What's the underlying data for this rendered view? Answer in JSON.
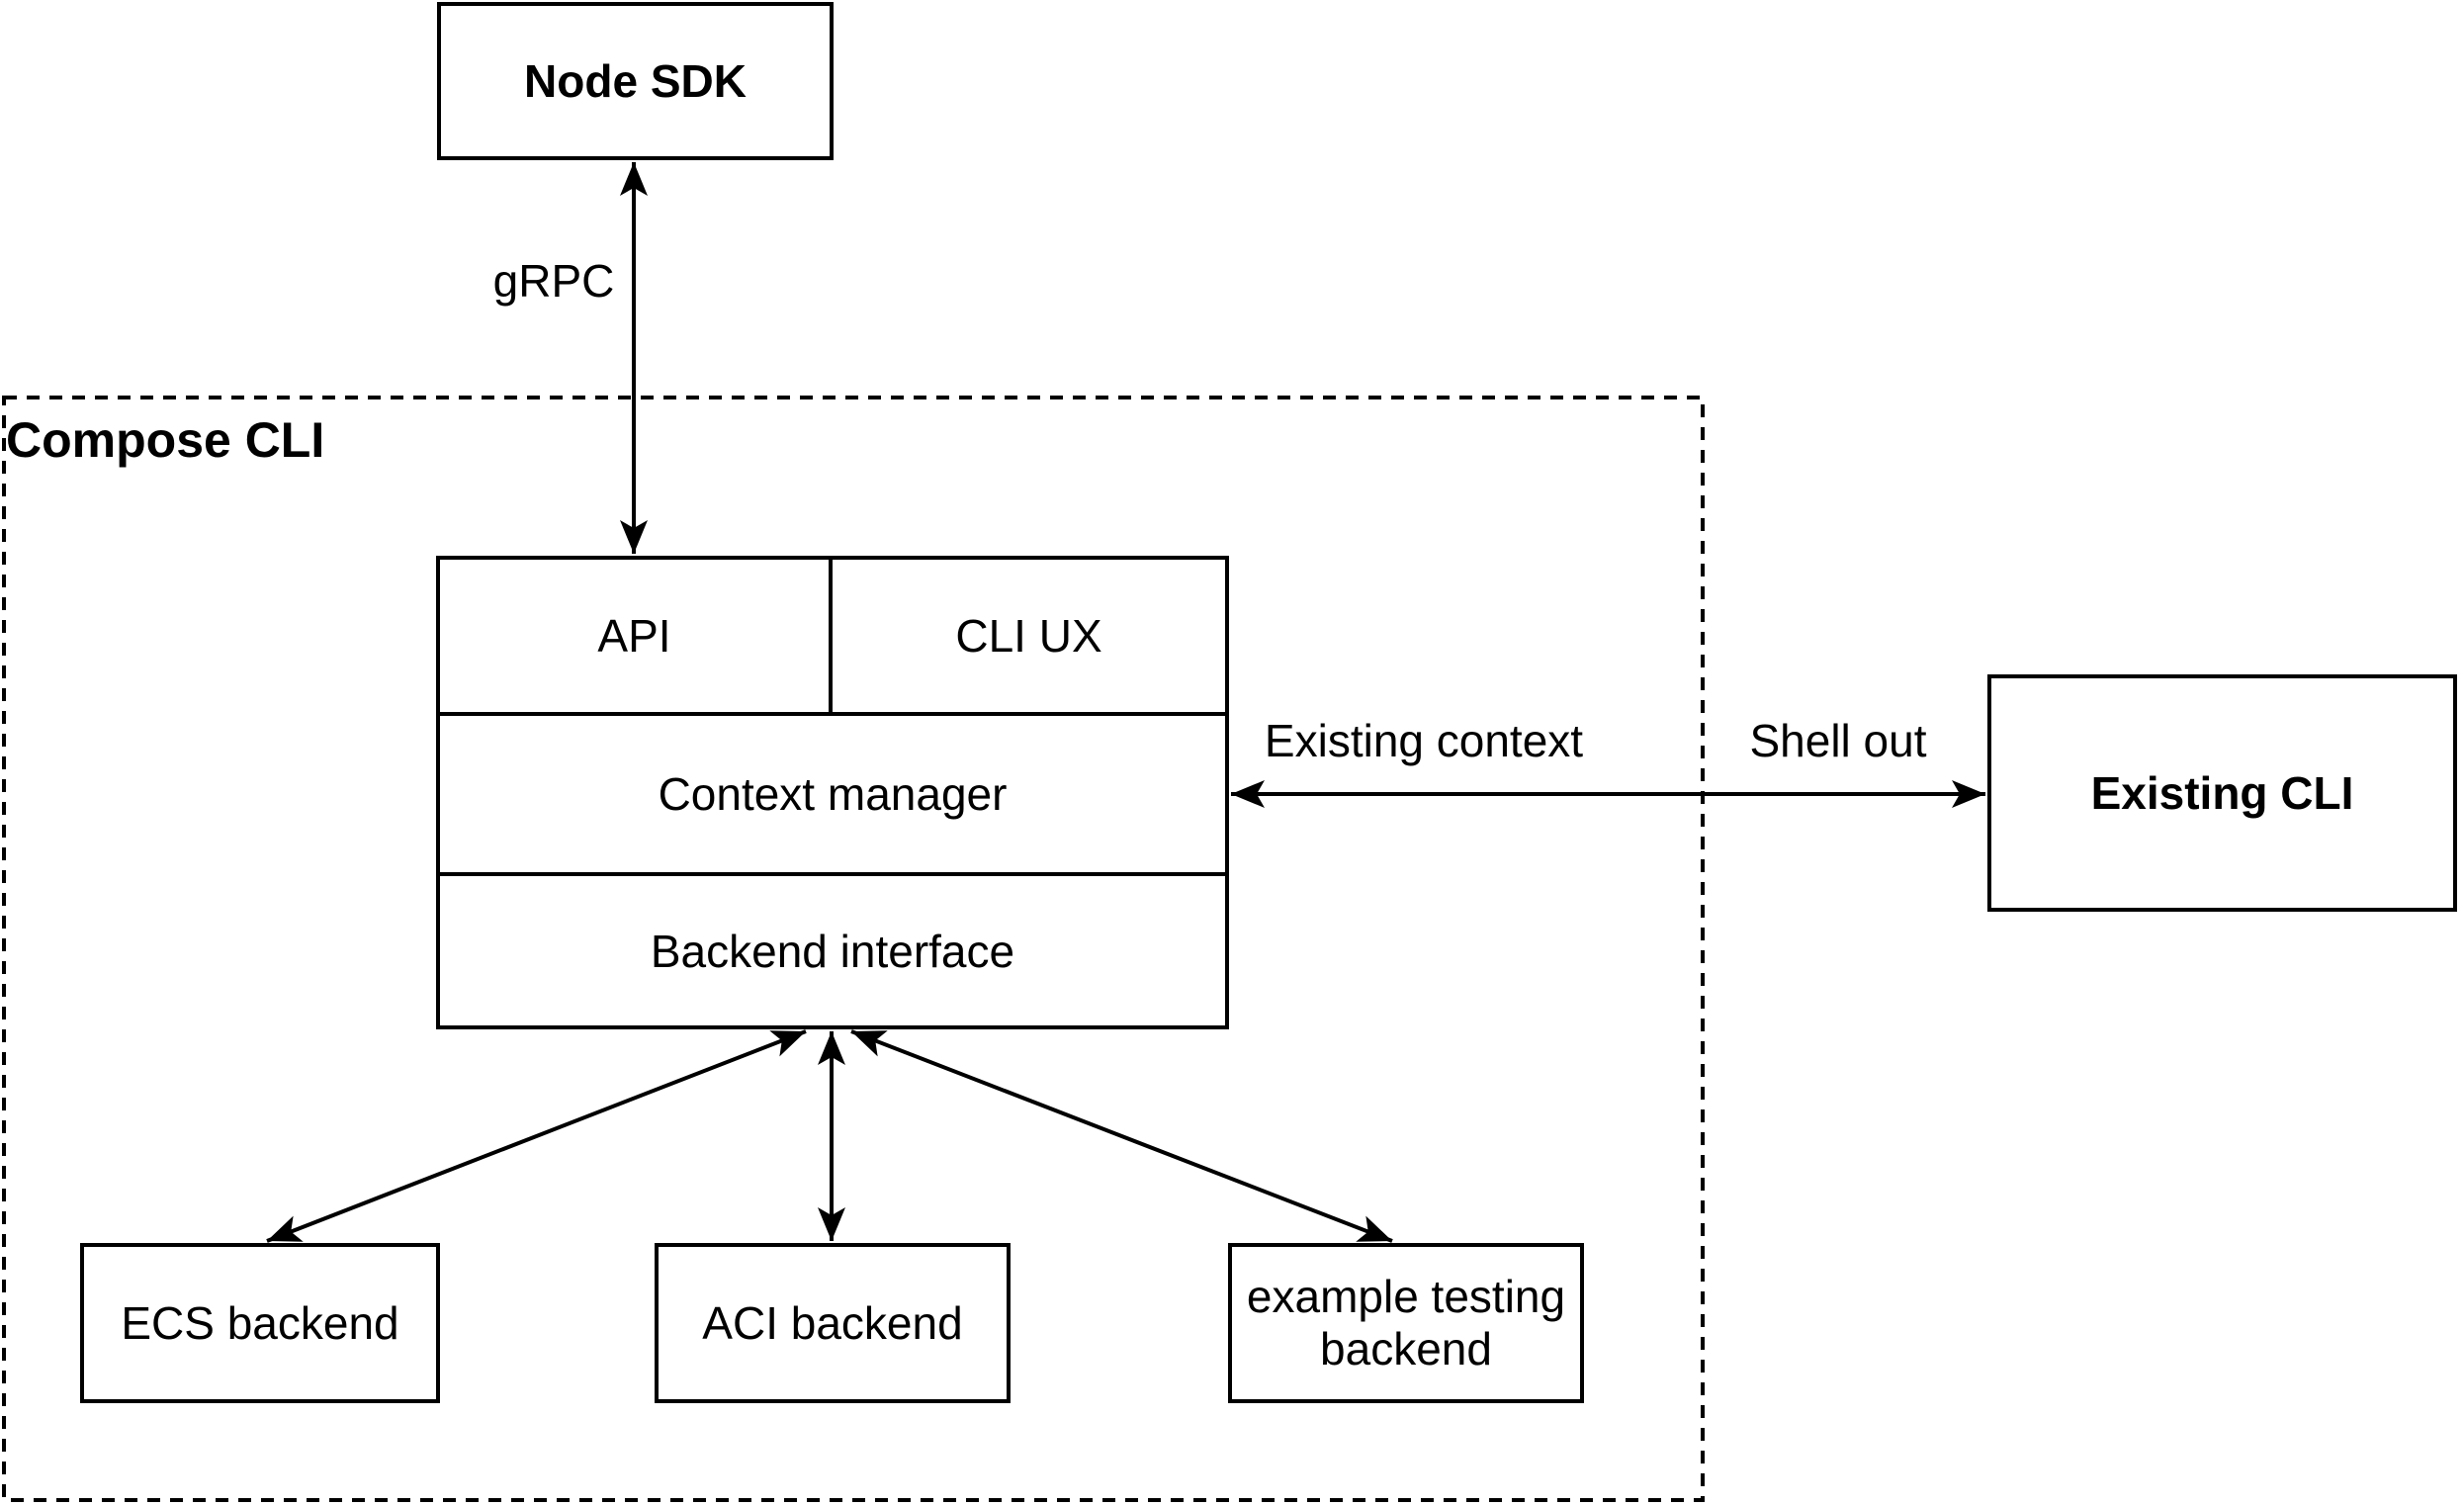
{
  "nodes": {
    "node_sdk": {
      "label": "Node SDK"
    },
    "compose_cli": {
      "label": "Compose CLI"
    },
    "api": {
      "label": "API"
    },
    "cli_ux": {
      "label": "CLI UX"
    },
    "context_manager": {
      "label": "Context manager"
    },
    "backend_interface": {
      "label": "Backend interface"
    },
    "existing_cli": {
      "label": "Existing CLI"
    },
    "ecs_backend": {
      "label": "ECS backend"
    },
    "aci_backend": {
      "label": "ACI backend"
    },
    "example_backend": {
      "label": "example testing backend"
    }
  },
  "edges": {
    "grpc": {
      "label": "gRPC"
    },
    "existing_context": {
      "label": "Existing context"
    },
    "shell_out": {
      "label": "Shell out"
    }
  },
  "colors": {
    "stroke": "#000000",
    "background": "#ffffff",
    "text": "#000000"
  }
}
